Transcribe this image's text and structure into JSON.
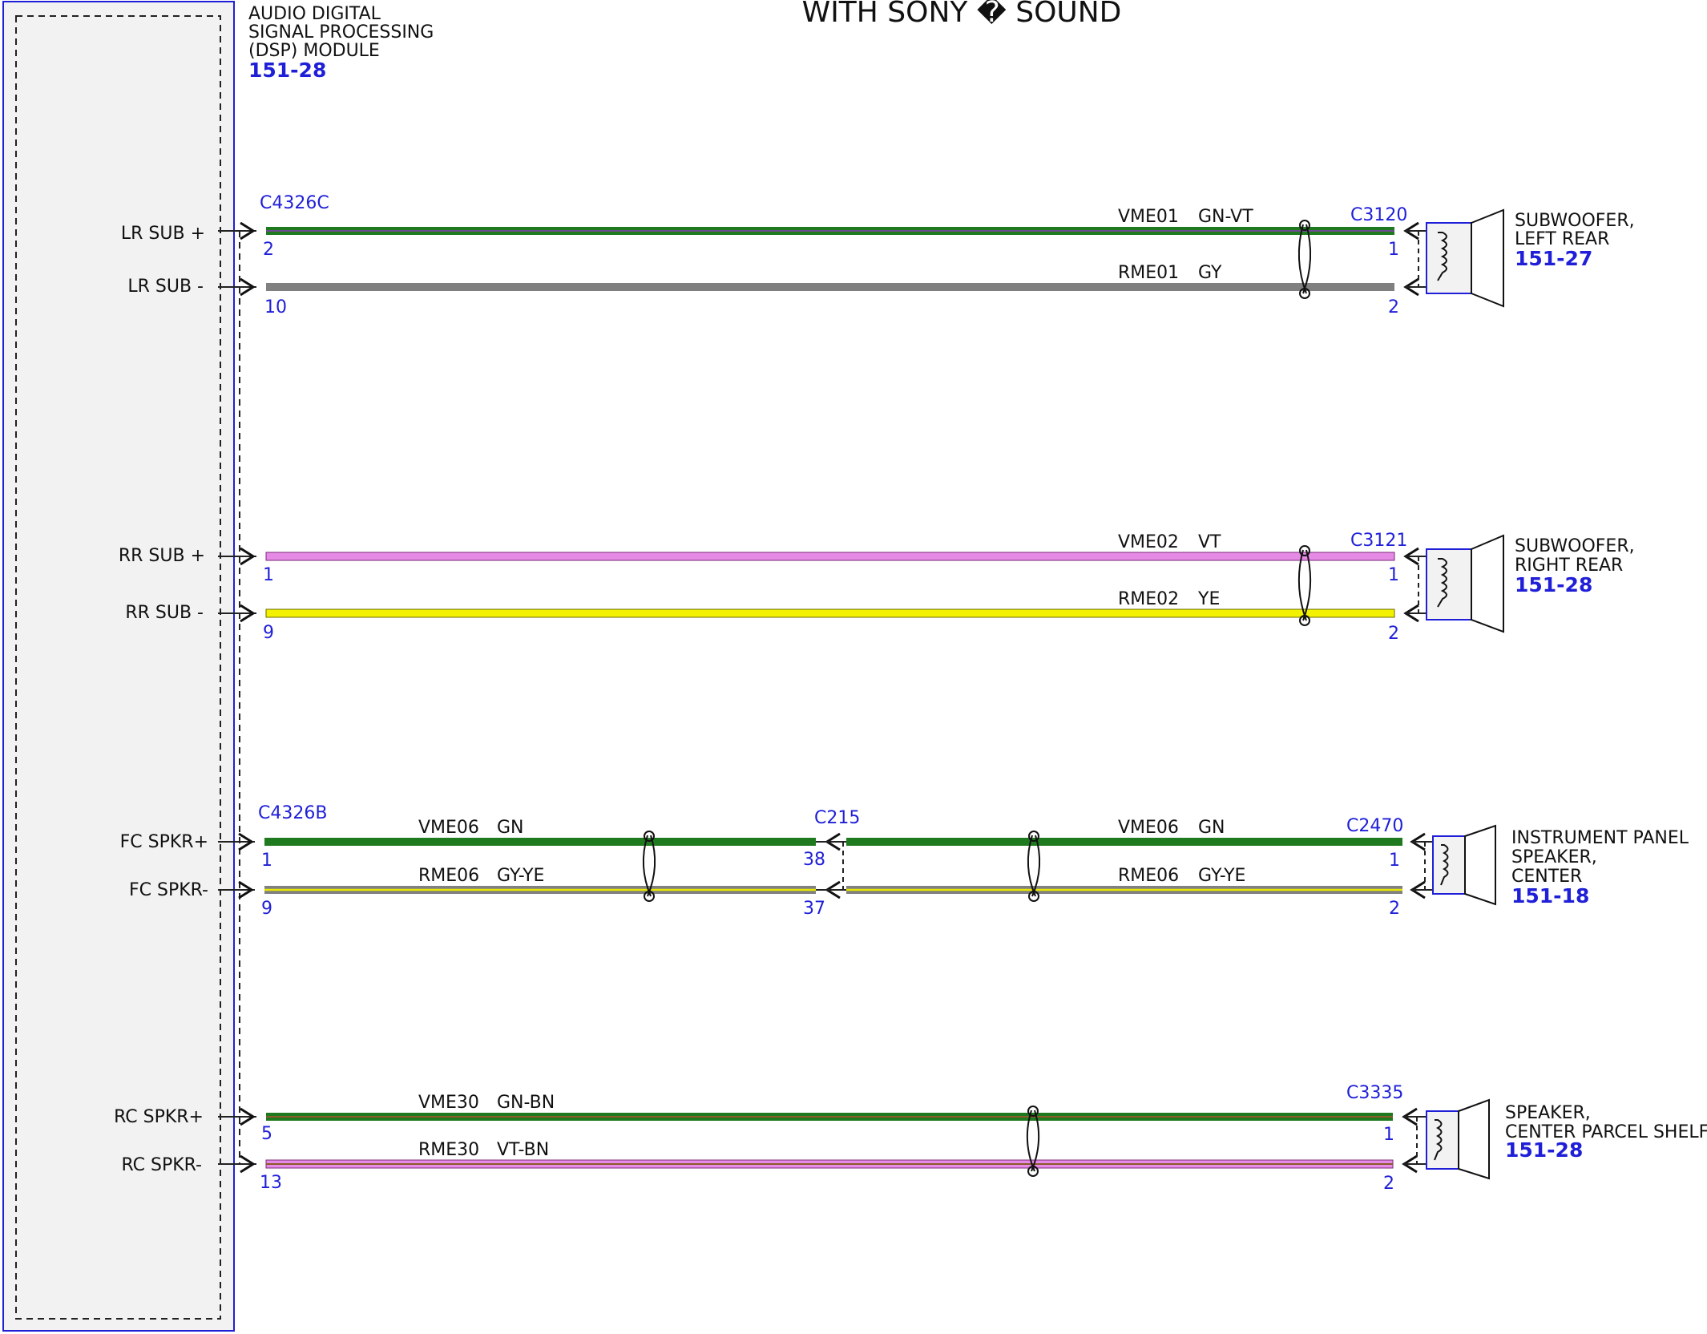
{
  "title": "WITH SONY � SOUND",
  "module": {
    "lines": [
      "AUDIO DIGITAL",
      "SIGNAL PROCESSING",
      "(DSP) MODULE"
    ],
    "ref": "151-28"
  },
  "circuits": [
    {
      "pos_label": "LR SUB +",
      "neg_label": "LR SUB -",
      "module_connector": "C4326C",
      "module_pins": [
        "2",
        "10"
      ],
      "inline": null,
      "pos_wire": "VME01",
      "pos_color": "GN-VT",
      "neg_wire": "RME01",
      "neg_color": "GY",
      "device_connector": "C3120",
      "device_pins": [
        "1",
        "2"
      ],
      "device_name": [
        "SUBWOOFER,",
        "LEFT REAR"
      ],
      "device_ref": "151-27"
    },
    {
      "pos_label": "RR SUB +",
      "neg_label": "RR SUB -",
      "module_connector": "",
      "module_pins": [
        "1",
        "9"
      ],
      "inline": null,
      "pos_wire": "VME02",
      "pos_color": "VT",
      "neg_wire": "RME02",
      "neg_color": "YE",
      "device_connector": "C3121",
      "device_pins": [
        "1",
        "2"
      ],
      "device_name": [
        "SUBWOOFER,",
        "RIGHT REAR"
      ],
      "device_ref": "151-28"
    },
    {
      "pos_label": "FC SPKR+",
      "neg_label": "FC SPKR-",
      "module_connector": "C4326B",
      "module_pins": [
        "1",
        "9"
      ],
      "inline": {
        "connector": "C215",
        "pins": [
          "38",
          "37"
        ],
        "left_pos_wire": "VME06",
        "left_pos_color": "GN",
        "left_neg_wire": "RME06",
        "left_neg_color": "GY-YE"
      },
      "pos_wire": "VME06",
      "pos_color": "GN",
      "neg_wire": "RME06",
      "neg_color": "GY-YE",
      "device_connector": "C2470",
      "device_pins": [
        "1",
        "2"
      ],
      "device_name": [
        "INSTRUMENT PANEL",
        "SPEAKER,",
        "CENTER"
      ],
      "device_ref": "151-18"
    },
    {
      "pos_label": "RC SPKR+",
      "neg_label": "RC SPKR-",
      "module_connector": "",
      "module_pins": [
        "5",
        "13"
      ],
      "inline": null,
      "pos_wire": "VME30",
      "pos_color": "GN-BN",
      "neg_wire": "RME30",
      "neg_color": "VT-BN",
      "device_connector": "C3335",
      "device_pins": [
        "1",
        "2"
      ],
      "device_name": [
        "SPEAKER,",
        "CENTER PARCEL SHELF"
      ],
      "device_ref": "151-28"
    }
  ],
  "colors": {
    "green": "#1f7a1f",
    "gray": "#808080",
    "violet": "#e58ae5",
    "yellow": "#f2f200",
    "brown": "#8b5a2b",
    "connector_blue": "#1f1fd8",
    "module_fill": "#f2f2f2"
  }
}
